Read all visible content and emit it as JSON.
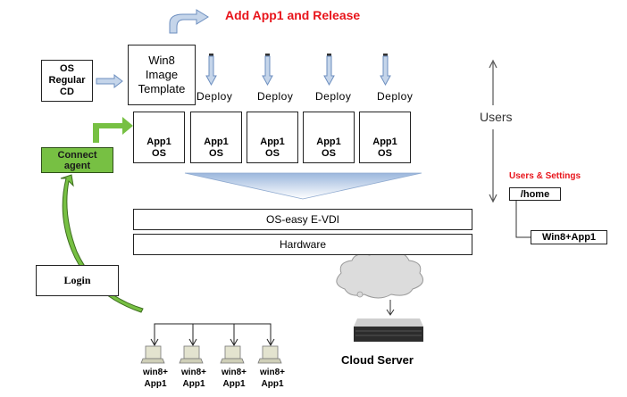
{
  "title": "Add App1 and Release",
  "os_cd": {
    "line1": "OS",
    "line2": "Regular",
    "line3": "CD"
  },
  "template": {
    "line1": "Win8",
    "line2": "Image",
    "line3": "Template"
  },
  "deploy_label": "Deploy",
  "deploys": [
    "Deploy",
    "Deploy",
    "Deploy",
    "Deploy"
  ],
  "vm_boxes": [
    {
      "app": "App1",
      "os": "OS"
    },
    {
      "app": "App1",
      "os": "OS"
    },
    {
      "app": "App1",
      "os": "OS"
    },
    {
      "app": "App1",
      "os": "OS"
    },
    {
      "app": "App1",
      "os": "OS"
    }
  ],
  "connect_agent": {
    "line1": "Connect",
    "line2": "agent"
  },
  "login": "Login",
  "layers": {
    "evdi": "OS-easy E-VDI",
    "hardware": "Hardware"
  },
  "users_label": "Users",
  "users_settings": {
    "title": "Users & Settings",
    "home": "/home",
    "child": "Win8+App1"
  },
  "cloud_server": "Cloud Server",
  "clients": [
    {
      "line1": "win8+",
      "line2": "App1"
    },
    {
      "line1": "win8+",
      "line2": "App1"
    },
    {
      "line1": "win8+",
      "line2": "App1"
    },
    {
      "line1": "win8+",
      "line2": "App1"
    }
  ],
  "colors": {
    "title_red": "#e8141b",
    "agent_green": "#77c043",
    "arrow_blue_fill": "#c5d5ea",
    "arrow_blue_stroke": "#6c8ebf",
    "cloud_gray": "#dcdcdc"
  }
}
